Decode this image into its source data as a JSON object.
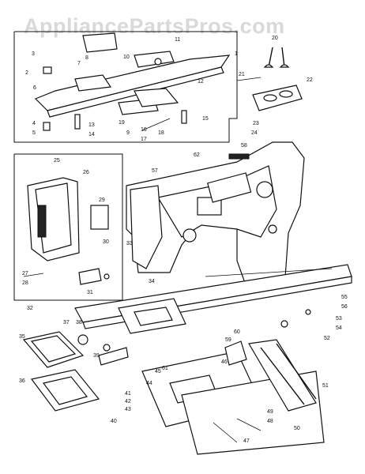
{
  "watermark": "AppliancePartsPros.com",
  "diagram": {
    "callouts": [
      "1",
      "2",
      "3",
      "4",
      "5",
      "6",
      "7",
      "8",
      "9",
      "10",
      "11",
      "12",
      "13",
      "14",
      "15",
      "16",
      "17",
      "18",
      "19",
      "20",
      "21",
      "22",
      "23",
      "24",
      "25",
      "26",
      "27",
      "28",
      "29",
      "30",
      "31",
      "32",
      "33",
      "34",
      "35",
      "36",
      "37",
      "38",
      "39",
      "40",
      "41",
      "42",
      "43",
      "44",
      "45",
      "46",
      "47",
      "48",
      "49",
      "50",
      "51",
      "52",
      "53",
      "54",
      "55",
      "56",
      "57",
      "58",
      "59",
      "60",
      "61",
      "62"
    ]
  }
}
